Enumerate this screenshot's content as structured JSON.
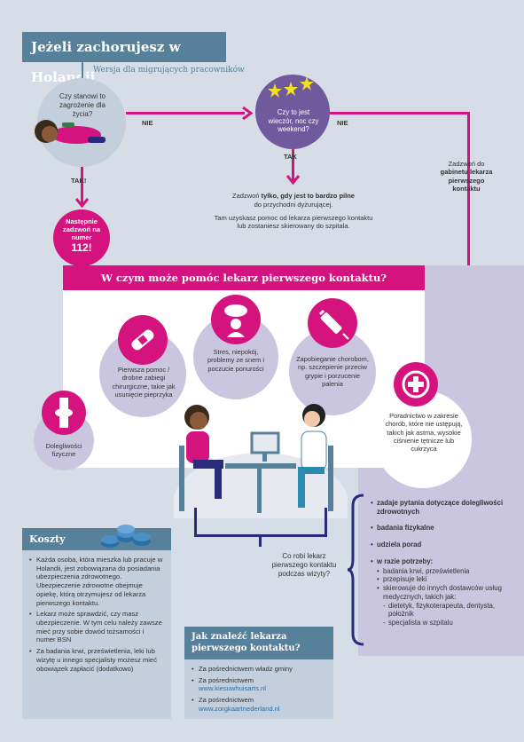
{
  "header": {
    "title": "Jeżeli zachorujesz w Holandii",
    "subtitle": "Wersja dla migrujących pracowników"
  },
  "flow": {
    "q1": "Czy stanowi to zagrożenie dla życia?",
    "q1_no": "NIE",
    "q1_yes": "TAK!",
    "emergency": "Następnie zadzwoń na numer",
    "emergency_number": "112!",
    "q2": "Czy to jest wieczór, noc czy weekend?",
    "q2_no": "NIE",
    "q2_yes": "TAK",
    "duty_line1_a": "Zadzwoń ",
    "duty_line1_b": "tylko, gdy jest to bardzo pilne",
    "duty_line2": "do przychodni dyżurującej.",
    "duty_line3": "Tam uzyskasz pomoc od lekarza pierwszego kontaktu lub zostaniesz skierowany do szpitala.",
    "call_gp_a": "Zadzwoń do",
    "call_gp_b": "gabinetu lekarza pierwszego kontaktu"
  },
  "help": {
    "banner": "W czym może pomóc lekarz pierwszego kontaktu?",
    "items": [
      {
        "text": "Pierwsza pomoc / drobne zabiegi chirurgiczne, takie jak usunięcie pieprzyka",
        "icon": "bandage-icon"
      },
      {
        "text": "Stres, niepokój, problemy ze snem i poczucie ponurości",
        "icon": "stress-icon"
      },
      {
        "text": "Zapobieganie chorobom, np. szczepienie przeciw grypie i porzucenie palenia",
        "icon": "syringe-icon"
      },
      {
        "text": "Dolegliwości fizyczne",
        "icon": "knee-icon"
      },
      {
        "text": "Poradnictwo w zakresie chorób, które nie ustępują, takich jak astma, wysokie ciśnienie tętnicze lub cukrzyca",
        "icon": "health-cross-icon"
      }
    ]
  },
  "visit": {
    "question": "Co robi lekarz pierwszego kontaktu podczas wizyty?",
    "points": [
      {
        "main": "zadaje pytania dotyczące dolegliwości zdrowotnych"
      },
      {
        "main": "badania fizykalne"
      },
      {
        "main": "udziela porad"
      },
      {
        "main": "w razie potrzeby:"
      }
    ],
    "sub": [
      "badania krwi, prześwietlenia",
      "przepisuje leki",
      "skierowuje do innych dostawców usług medycznych, takich jak:"
    ],
    "subsub": [
      "dietetyk, fizykoterapeuta, dentysta, położnik",
      "specjalista w szpitalu"
    ]
  },
  "costs": {
    "title": "Koszty",
    "items": [
      "Każda osoba, która mieszka lub pracuje w Holandii, jest zobowiązana do posiadania ubezpieczenia zdrowotnego. Ubezpieczenie zdrowotne obejmuje opiekę, którą otrzymujesz od lekarza pierwszego kontaktu.",
      "Lekarz może sprawdzić, czy masz ubezpieczenie. W tym celu należy zawsze mieć przy sobie dowód tożsamości i numer BSN",
      "Za badania krwi, prześwietlenia, leki lub wizytę u innego specjalisty możesz mieć obowiązek zapłacić (dodatkowo)"
    ]
  },
  "find": {
    "title": "Jak znaleźć lekarza pierwszego kontaktu?",
    "item1": "Za pośrednictwem władz gminy",
    "item2": "Za pośrednictwem",
    "link2": "www.kiesuwhuisarts.nl",
    "item3": "Za pośrednictwem",
    "link3": "www.zorgkaartnederland.nl"
  },
  "colors": {
    "magenta": "#d5137e",
    "purple": "#6f5a9e",
    "steel": "#57809a",
    "navy": "#2a2a7a"
  }
}
